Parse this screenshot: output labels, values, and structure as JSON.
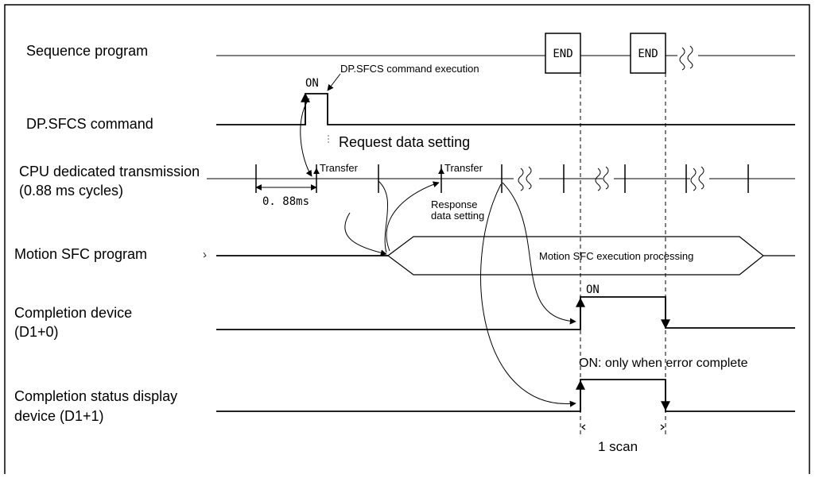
{
  "signals": {
    "sequence_program": "Sequence program",
    "dp_sfcs_command": "DP.SFCS command",
    "cpu_transmission_line1": "CPU dedicated transmission",
    "cpu_transmission_line2": "(0.88 ms cycles)",
    "motion_sfc_program": "Motion SFC program",
    "completion_device_line1": "Completion device",
    "completion_device_line2": "(D1+0)",
    "completion_status_line1": "Completion status display",
    "completion_status_line2": "device (D1+1)"
  },
  "annotations": {
    "end_1": "END",
    "end_2": "END",
    "on_command": "ON",
    "command_execution": "DP.SFCS command execution",
    "request_data_setting": "Request data setting",
    "transfer_1": "Transfer",
    "transfer_2": "Transfer",
    "response_line1": "Response",
    "response_line2": "data setting",
    "cycle_time": "0. 88ms",
    "motion_execution": "Motion SFC execution processing",
    "on_completion": "ON",
    "on_error_note": "ON: only when error complete",
    "one_scan": "1 scan"
  }
}
